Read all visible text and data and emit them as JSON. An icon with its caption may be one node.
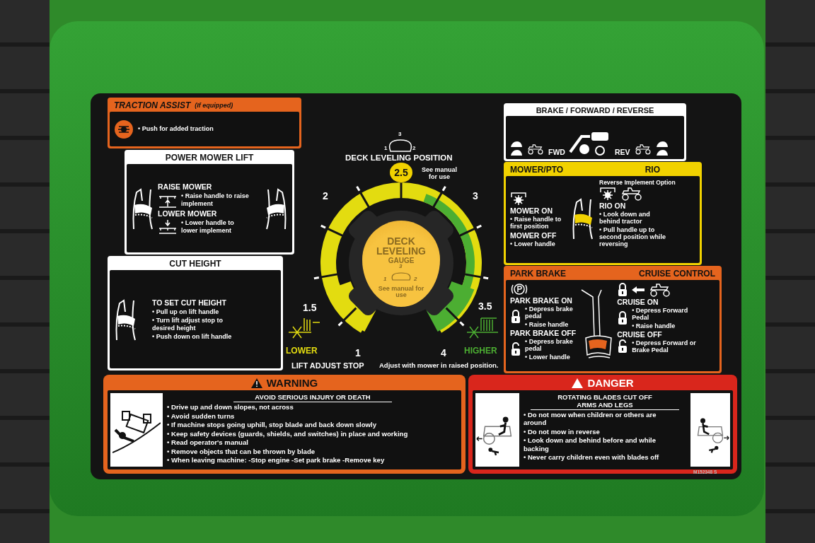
{
  "diagram": {
    "nodes": [
      {
        "text": [
          "TRACTION ASSIST",
          "(If equipped)",
          "• Push for added traction"
        ]
      },
      {
        "text": [
          "POWER MOWER LIFT",
          "RAISE MOWER",
          "• Raise handle to raise implement",
          "LOWER MOWER",
          "• Lower handle to lower implement"
        ]
      },
      {
        "text": [
          "CUT HEIGHT",
          "TO SET CUT HEIGHT",
          "• Pull up on lift handle",
          "• Turn lift adjust stop to desired height",
          "• Push down on lift handle"
        ]
      },
      {
        "text": [
          "BRAKE / FORWARD / REVERSE",
          "FWD",
          "REV"
        ]
      },
      {
        "text": [
          "MOWER/PTO",
          "RIO",
          "Reverse Implement Option",
          "MOWER ON",
          "• Raise handle to first position",
          "MOWER OFF",
          "• Lower handle",
          "RIO ON",
          "• Look down and behind tractor",
          "• Pull handle up to second position while reversing"
        ]
      },
      {
        "text": [
          "PARK BRAKE",
          "CRUISE CONTROL",
          "PARK BRAKE ON",
          "• Depress brake pedal",
          "• Raise handle",
          "PARK BRAKE OFF",
          "• Depress brake pedal",
          "• Lower handle",
          "CRUISE ON",
          "• Depress Forward Pedal",
          "• Raise handle",
          "CRUISE OFF",
          "• Depress Forward or Brake Pedal"
        ]
      },
      {
        "text": [
          "DECK LEVELING",
          "GAUGE",
          "3",
          "1",
          "2",
          "See manual for use"
        ]
      },
      {
        "text": [
          "WARNING",
          "AVOID SERIOUS INJURY OR DEATH",
          "• Drive up and down slopes, not across",
          "• Avoid sudden turns",
          "• If machine stops going uphill, stop blade and back down slowly",
          "• Keep safety devices (guards, shields, and switches) in place and working",
          "• Read operator's manual",
          "• Remove objects that can be thrown by blade",
          "• When leaving machine: -Stop engine -Set park brake -Remove key"
        ]
      },
      {
        "text": [
          "DANGER",
          "ROTATING BLADES CUT OFF ARMS AND LEGS",
          "• Do not mow when children or others are around",
          "• Do not mow in reverse",
          "• Look down and behind before and while backing",
          "• Never carry children even with blades off"
        ]
      }
    ],
    "labels": [
      "3",
      "1",
      "2",
      "DECK LEVELING POSITION",
      "2.5",
      "See manual for use",
      "2",
      "3",
      "1.5",
      "3.5",
      "LOWER",
      "1",
      "4",
      "HIGHER",
      "LIFT ADJUST STOP",
      "Adjust with mower in raised position.",
      "M152348 S"
    ]
  }
}
